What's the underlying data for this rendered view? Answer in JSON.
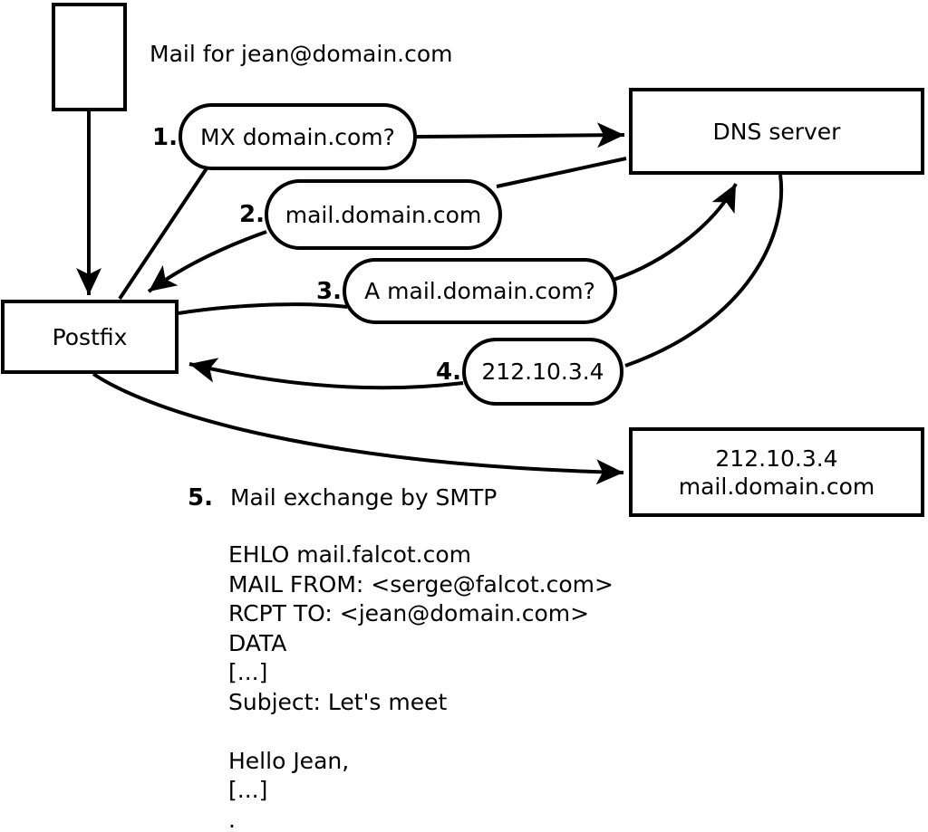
{
  "colors": {
    "ink": "#000000",
    "background": "#ffffff"
  },
  "title_caption": "Mail for jean@domain.com",
  "nodes": {
    "postfix": {
      "label": "Postfix"
    },
    "dns_server": {
      "label": "DNS server"
    },
    "mail_server": {
      "line1": "212.10.3.4",
      "line2": "mail.domain.com"
    }
  },
  "steps": [
    {
      "num": "1.",
      "label": "MX domain.com?"
    },
    {
      "num": "2.",
      "label": "mail.domain.com"
    },
    {
      "num": "3.",
      "label": "A mail.domain.com?"
    },
    {
      "num": "4.",
      "label": "212.10.3.4"
    },
    {
      "num": "5.",
      "label": "Mail exchange by SMTP"
    }
  ],
  "smtp_session": {
    "lines": [
      "EHLO mail.falcot.com",
      "MAIL FROM: <serge@falcot.com>",
      "RCPT TO: <jean@domain.com>",
      "DATA",
      "[...]",
      "Subject: Let's meet",
      "",
      "Hello Jean,",
      "[...]",
      "."
    ]
  }
}
